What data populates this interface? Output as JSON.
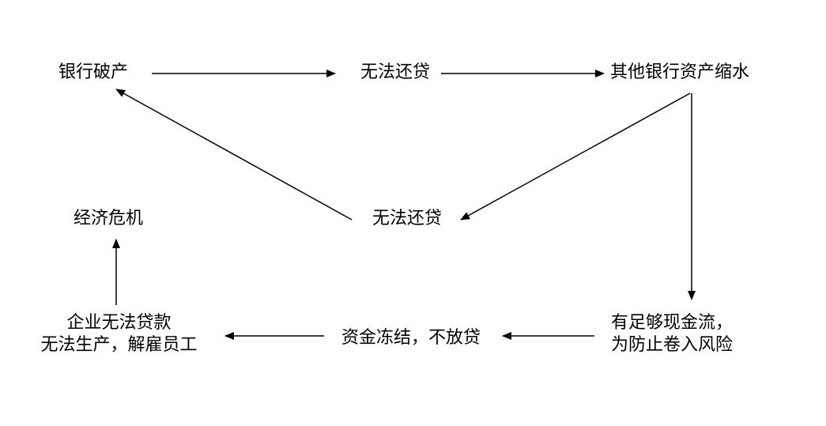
{
  "diagram": {
    "nodes": {
      "bank_bankruptcy": "银行破产",
      "unable_repay_top": "无法还贷",
      "other_banks_shrink": "其他银行资产缩水",
      "unable_repay_mid": "无法还贷",
      "economic_crisis": "经济危机",
      "enterprise_line1": "企业无法贷款",
      "enterprise_line2": "无法生产，解雇员工",
      "freeze_funds": "资金冻结，不放贷",
      "enough_cash_line1": "有足够现金流，",
      "enough_cash_line2": "为防止卷入风险"
    },
    "colors": {
      "ink": "#000000",
      "background": "#ffffff"
    }
  }
}
